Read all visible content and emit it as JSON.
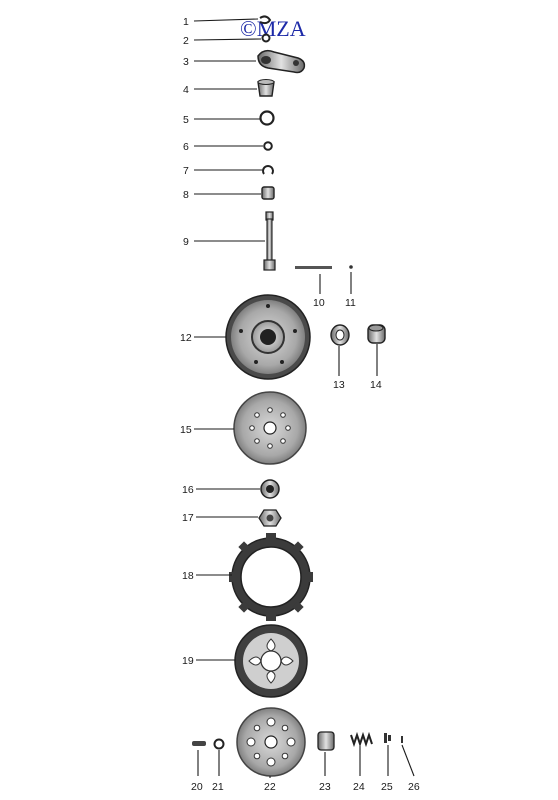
{
  "watermark": "©MZA",
  "callouts": [
    "1",
    "2",
    "3",
    "4",
    "5",
    "6",
    "7",
    "8",
    "9",
    "10",
    "11",
    "12",
    "13",
    "14",
    "15",
    "16",
    "17",
    "18",
    "19",
    "20",
    "21",
    "22",
    "23",
    "24",
    "25",
    "26"
  ]
}
